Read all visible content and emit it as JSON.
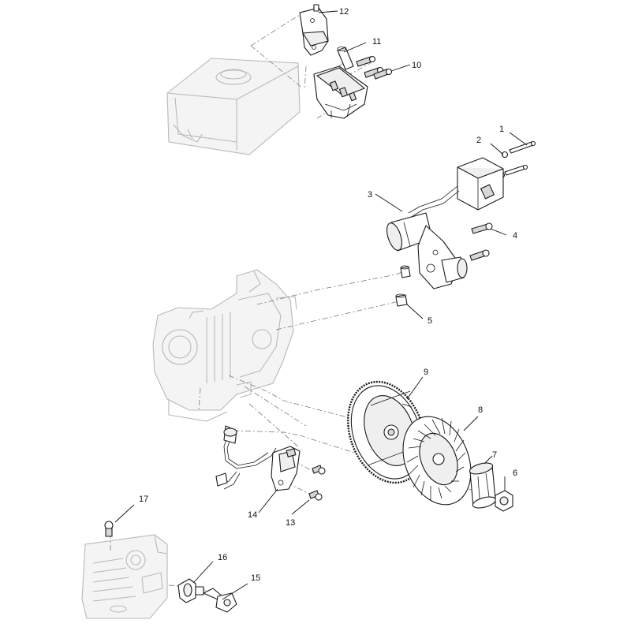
{
  "callouts": [
    {
      "id": "c1",
      "label": "1"
    },
    {
      "id": "c2",
      "label": "2"
    },
    {
      "id": "c3",
      "label": "3"
    },
    {
      "id": "c4",
      "label": "4"
    },
    {
      "id": "c5",
      "label": "5"
    },
    {
      "id": "c6",
      "label": "6"
    },
    {
      "id": "c7",
      "label": "7"
    },
    {
      "id": "c8",
      "label": "8"
    },
    {
      "id": "c9",
      "label": "9"
    },
    {
      "id": "c10",
      "label": "10"
    },
    {
      "id": "c11",
      "label": "11"
    },
    {
      "id": "c12",
      "label": "12"
    },
    {
      "id": "c13",
      "label": "13"
    },
    {
      "id": "c14",
      "label": "14"
    },
    {
      "id": "c15",
      "label": "15"
    },
    {
      "id": "c16",
      "label": "16"
    },
    {
      "id": "c17",
      "label": "17"
    }
  ],
  "colors": {
    "ink": "#1a1a1a",
    "ghost": "#b9b9b9",
    "centerline": "#8a8a8a",
    "background": "#ffffff"
  }
}
